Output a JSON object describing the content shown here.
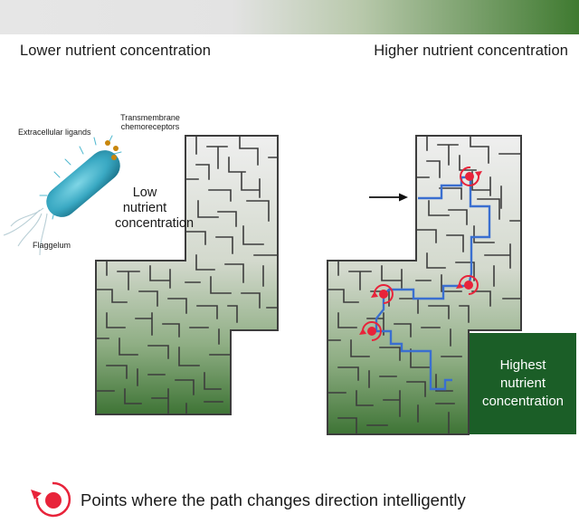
{
  "header": {
    "left_title": "Lower nutrient concentration",
    "right_title": "Higher nutrient concentration"
  },
  "bacterium": {
    "ligands_label": "Extracellular ligands",
    "receptors_label_line1": "Transmembrane",
    "receptors_label_line2": "chemoreceptors",
    "flagellum_label": "Flaggelum"
  },
  "left_maze": {
    "label_line1": "Low",
    "label_line2": "nutrient",
    "label_line3": "concentration"
  },
  "right_maze": {
    "goal_line1": "Highest",
    "goal_line2": "nutrient",
    "goal_line3": "concentration"
  },
  "legend": {
    "text": "Points where the path changes direction intelligently"
  },
  "colors": {
    "maze_light": "#eeeeee",
    "maze_dark": "#3e7435",
    "maze_walls": "#3d3d3d",
    "path": "#3a6fd0",
    "turn_marker": "#e8233a",
    "goal_box": "#1b5e27",
    "bacterium": "#3aa9c3"
  },
  "icons": [
    "arrow-right-icon",
    "turn-marker-icon",
    "bacterium-icon"
  ]
}
